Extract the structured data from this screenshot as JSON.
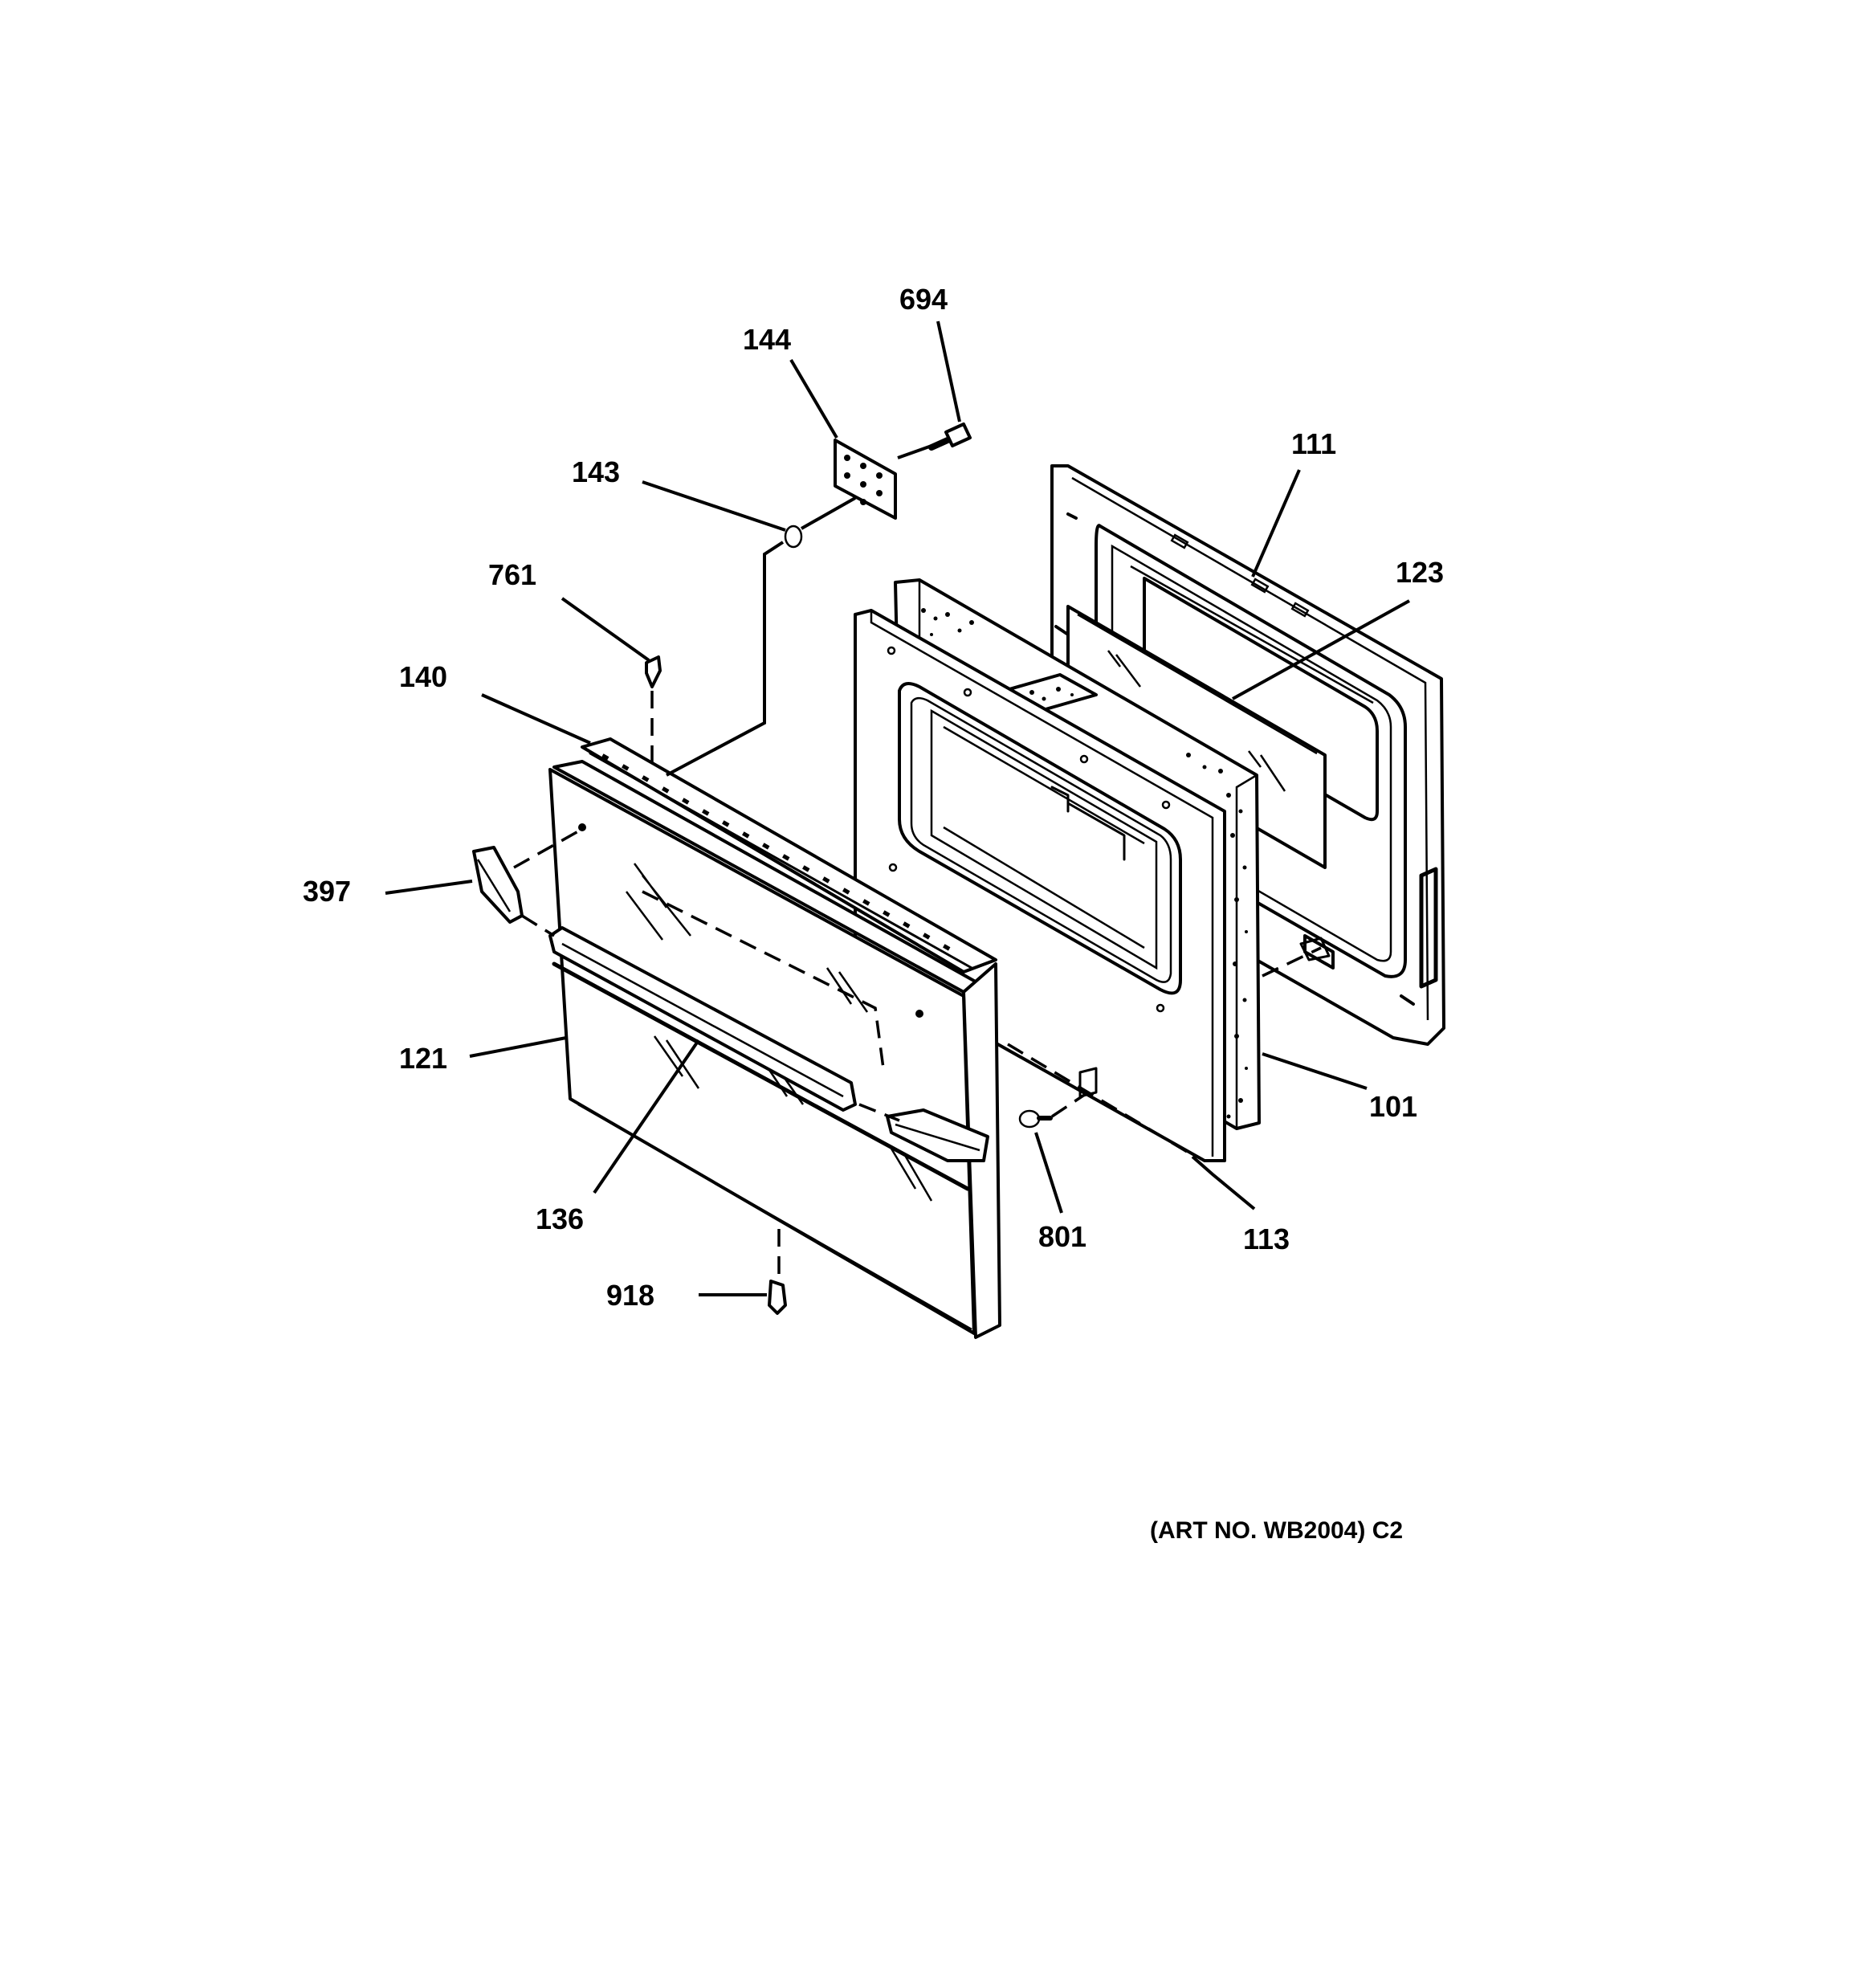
{
  "parts": [
    {
      "id": "p694",
      "number": "694"
    },
    {
      "id": "p144",
      "number": "144"
    },
    {
      "id": "p143",
      "number": "143"
    },
    {
      "id": "p111",
      "number": "111"
    },
    {
      "id": "p761",
      "number": "761"
    },
    {
      "id": "p123",
      "number": "123"
    },
    {
      "id": "p140",
      "number": "140"
    },
    {
      "id": "p397",
      "number": "397"
    },
    {
      "id": "p121",
      "number": "121"
    },
    {
      "id": "p101",
      "number": "101"
    },
    {
      "id": "p136",
      "number": "136"
    },
    {
      "id": "p801",
      "number": "801"
    },
    {
      "id": "p113",
      "number": "113"
    },
    {
      "id": "p918",
      "number": "918"
    }
  ],
  "art_number": "(ART NO. WB2004) C2"
}
